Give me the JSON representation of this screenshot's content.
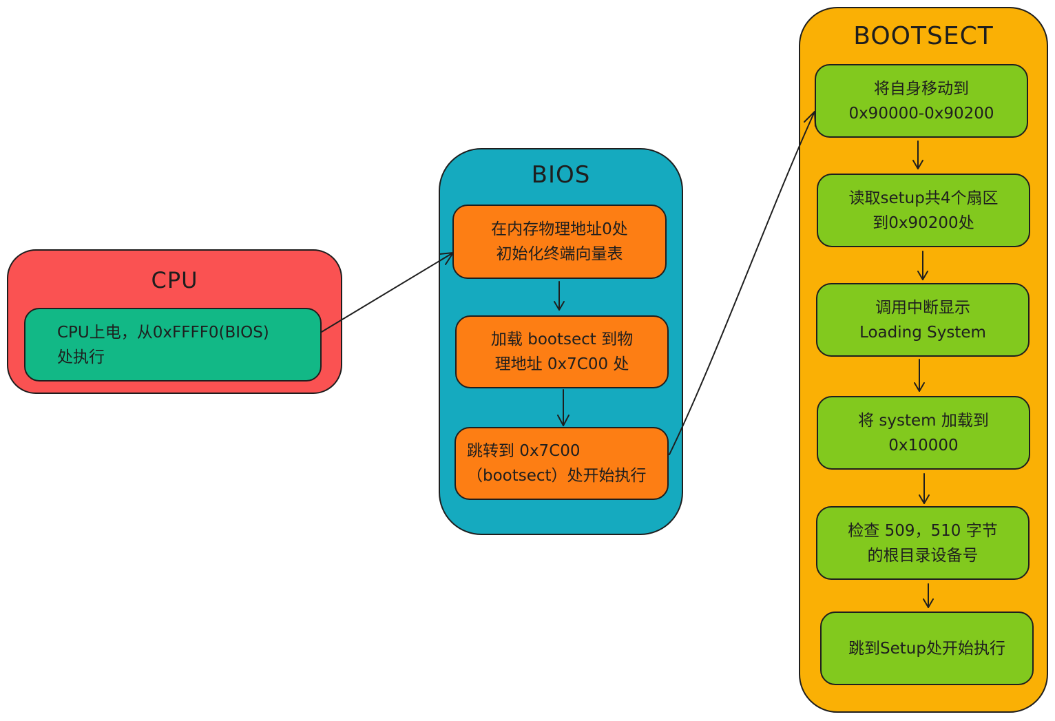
{
  "colors": {
    "cpu_container": "#fa5252",
    "cpu_step": "#12b886",
    "bios_container": "#15aabf",
    "bios_step": "#fd7e14",
    "bootsect_container": "#fab005",
    "bootsect_step": "#82c91e",
    "stroke": "#1e1e1e"
  },
  "cpu": {
    "title": "CPU",
    "step": {
      "line1": "CPU上电，从0xFFFF0(BIOS)",
      "line2": "处执行"
    }
  },
  "bios": {
    "title": "BIOS",
    "steps": [
      {
        "line1": "在内存物理地址0处",
        "line2": "初始化终端向量表"
      },
      {
        "line1": "加载 bootsect 到物",
        "line2": "理地址 0x7C00 处"
      },
      {
        "line1": "跳转到 0x7C00",
        "line2": "（bootsect）处开始执行"
      }
    ]
  },
  "bootsect": {
    "title": "BOOTSECT",
    "steps": [
      {
        "line1": "将自身移动到",
        "line2": "0x90000-0x90200"
      },
      {
        "line1": "读取setup共4个扇区",
        "line2": "到0x90200处"
      },
      {
        "line1": "调用中断显示",
        "line2": "Loading System"
      },
      {
        "line1": "将 system 加载到",
        "line2": "0x10000"
      },
      {
        "line1": "检查 509，510 字节",
        "line2": "的根目录设备号"
      },
      {
        "line1": "跳到Setup处开始执行"
      }
    ]
  }
}
